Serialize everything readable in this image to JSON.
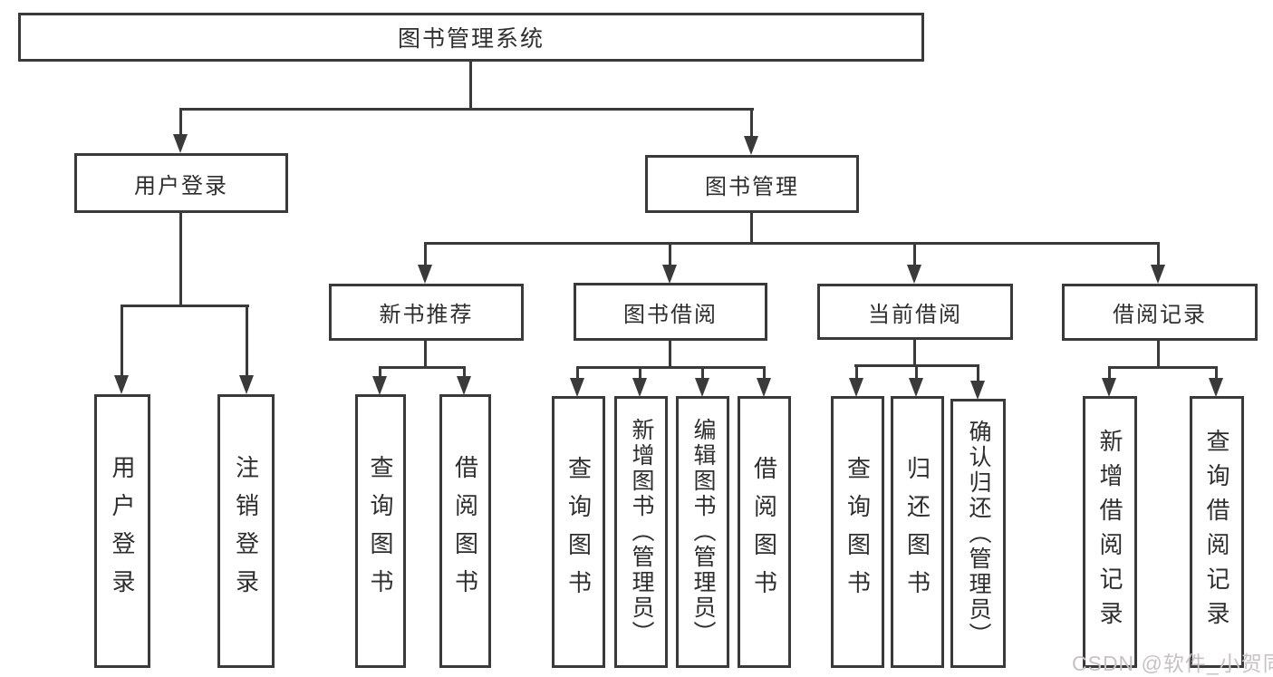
{
  "diagram_title": "图书管理系统",
  "nodes": {
    "root": "图书管理系统",
    "user_login": "用户登录",
    "book_mgmt": "图书管理",
    "new_books": "新书推荐",
    "book_borrow": "图书借阅",
    "current_borrow": "当前借阅",
    "borrow_record": "借阅记录"
  },
  "leaves": {
    "user_login": "用户登录",
    "logout": "注销登录",
    "nb_query": "查询图书",
    "nb_borrow": "借阅图书",
    "bb_query": "查询图书",
    "bb_add": "新增图书（管理员）",
    "bb_edit": "编辑图书（管理员）",
    "bb_borrow": "借阅图书",
    "cb_query": "查询图书",
    "cb_return": "归还图书",
    "cb_confirm": "确认归还（管理员）",
    "br_add": "新增借阅记录",
    "br_query": "查询借阅记录"
  },
  "hierarchy": {
    "图书管理系统": {
      "用户登录": [
        "用户登录",
        "注销登录"
      ],
      "图书管理": {
        "新书推荐": [
          "查询图书",
          "借阅图书"
        ],
        "图书借阅": [
          "查询图书",
          "新增图书（管理员）",
          "编辑图书（管理员）",
          "借阅图书"
        ],
        "当前借阅": [
          "查询图书",
          "归还图书",
          "确认归还（管理员）"
        ],
        "借阅记录": [
          "新增借阅记录",
          "查询借阅记录"
        ]
      }
    }
  },
  "watermark": "CSDN @软件_小贺同学",
  "colors": {
    "line": "#3a3a3a",
    "text": "#2e2e2e",
    "watermark": "#c7c2c4",
    "background": "#ffffff"
  }
}
